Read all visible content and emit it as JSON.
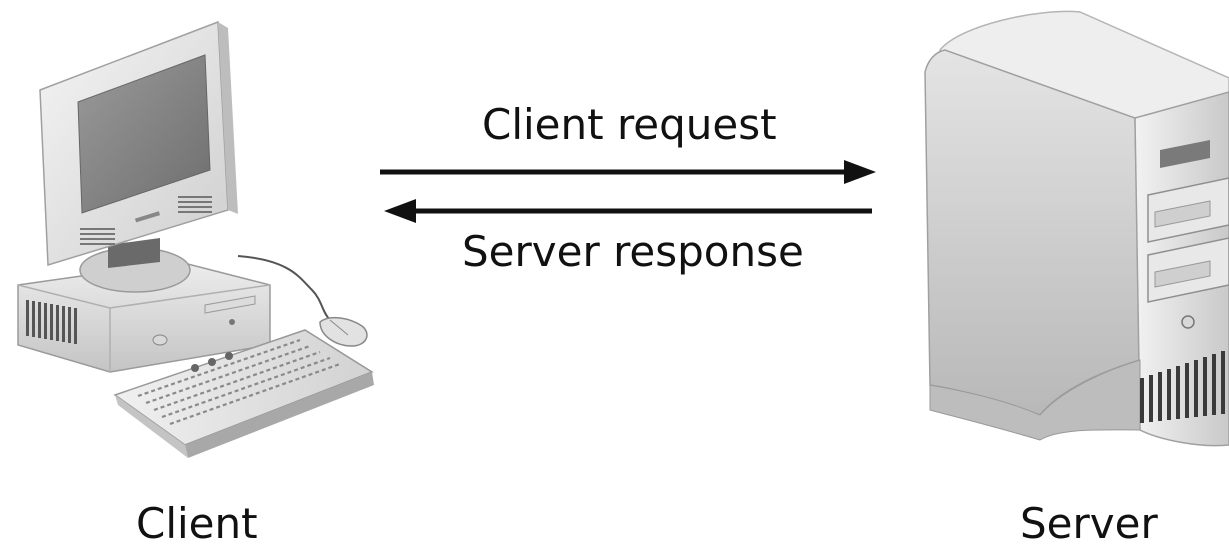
{
  "diagram": {
    "request_label": "Client request",
    "response_label": "Server response",
    "client_label": "Client",
    "server_label": "Server"
  },
  "colors": {
    "line": "#111111",
    "device_light": "#e6e6e6",
    "device_mid": "#c8c8c8",
    "device_dark": "#8c8c8c",
    "screen": "#7a7a7a"
  }
}
